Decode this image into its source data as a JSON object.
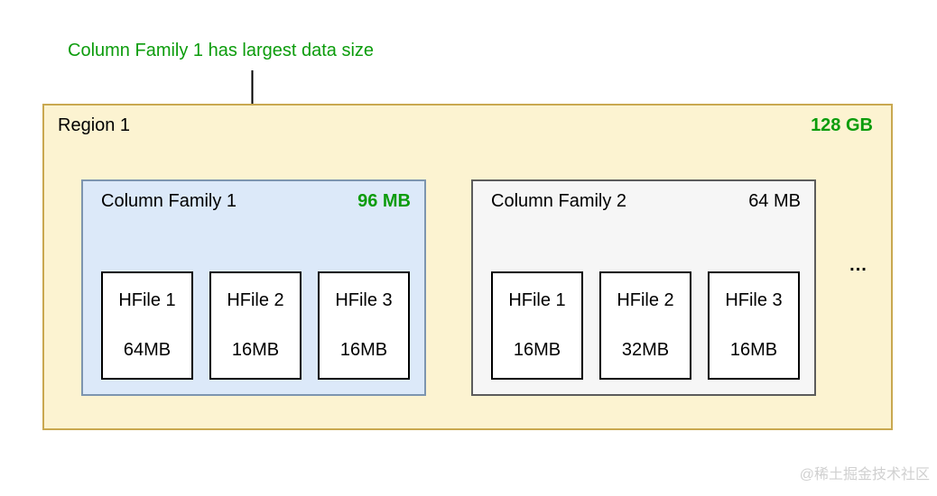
{
  "annotation": {
    "text": "Column Family 1 has largest data size"
  },
  "region": {
    "title": "Region 1",
    "size": "128 GB",
    "ellipsis": "...",
    "column_families": [
      {
        "title": "Column Family 1",
        "size": "96 MB",
        "highlighted": true,
        "hfiles": [
          {
            "name": "HFile 1",
            "size": "64MB"
          },
          {
            "name": "HFile 2",
            "size": "16MB"
          },
          {
            "name": "HFile 3",
            "size": "16MB"
          }
        ]
      },
      {
        "title": "Column Family 2",
        "size": "64 MB",
        "highlighted": false,
        "hfiles": [
          {
            "name": "HFile 1",
            "size": "16MB"
          },
          {
            "name": "HFile 2",
            "size": "32MB"
          },
          {
            "name": "HFile 3",
            "size": "16MB"
          }
        ]
      }
    ]
  },
  "watermark": {
    "text": "@稀土掘金技术社区"
  },
  "colors": {
    "annotation_green": "#0c9c0c",
    "region_bg": "#fcf3d1",
    "region_border": "#c9a850",
    "cf1_bg": "#dce9f9",
    "cf1_border": "#7d95af",
    "cf2_bg": "#f6f6f6",
    "cf2_border": "#5c5c5c",
    "watermark_gray": "#d0d0d0"
  }
}
